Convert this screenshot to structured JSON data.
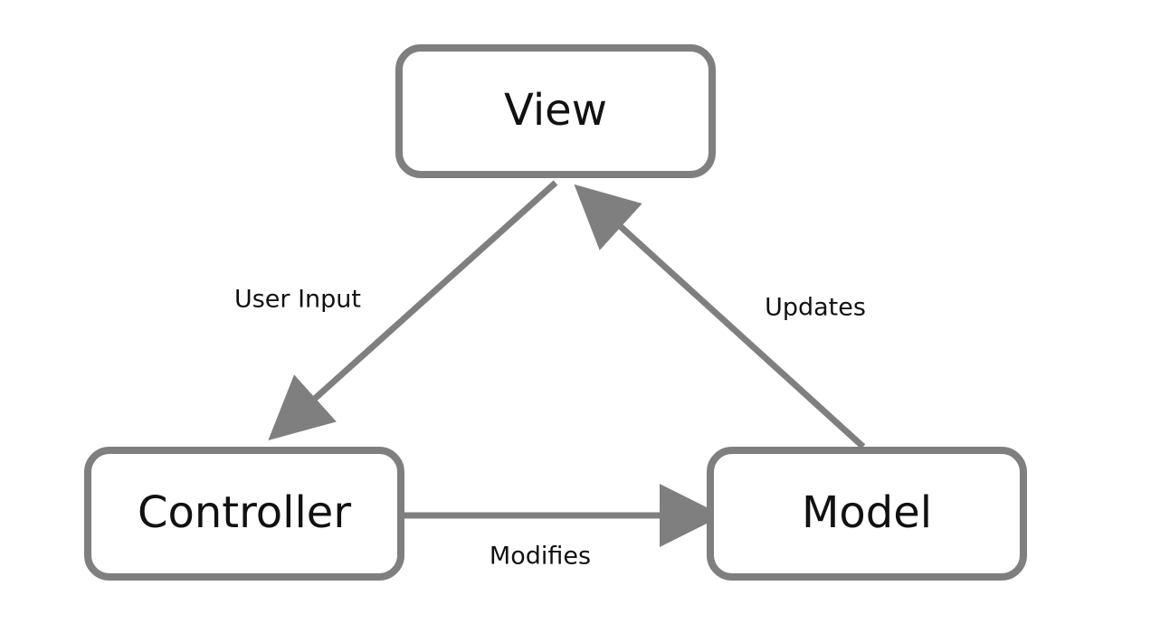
{
  "diagram": {
    "nodes": {
      "view": {
        "label": "View"
      },
      "controller": {
        "label": "Controller"
      },
      "model": {
        "label": "Model"
      }
    },
    "edges": {
      "user_input": {
        "label": "User Input",
        "from": "View",
        "to": "Controller"
      },
      "updates": {
        "label": "Updates",
        "from": "Model",
        "to": "View"
      },
      "modifies": {
        "label": "Modifies",
        "from": "Controller",
        "to": "Model"
      }
    },
    "colors": {
      "stroke": "#7f7f7f",
      "fill": "#ffffff",
      "text": "#111111"
    }
  }
}
